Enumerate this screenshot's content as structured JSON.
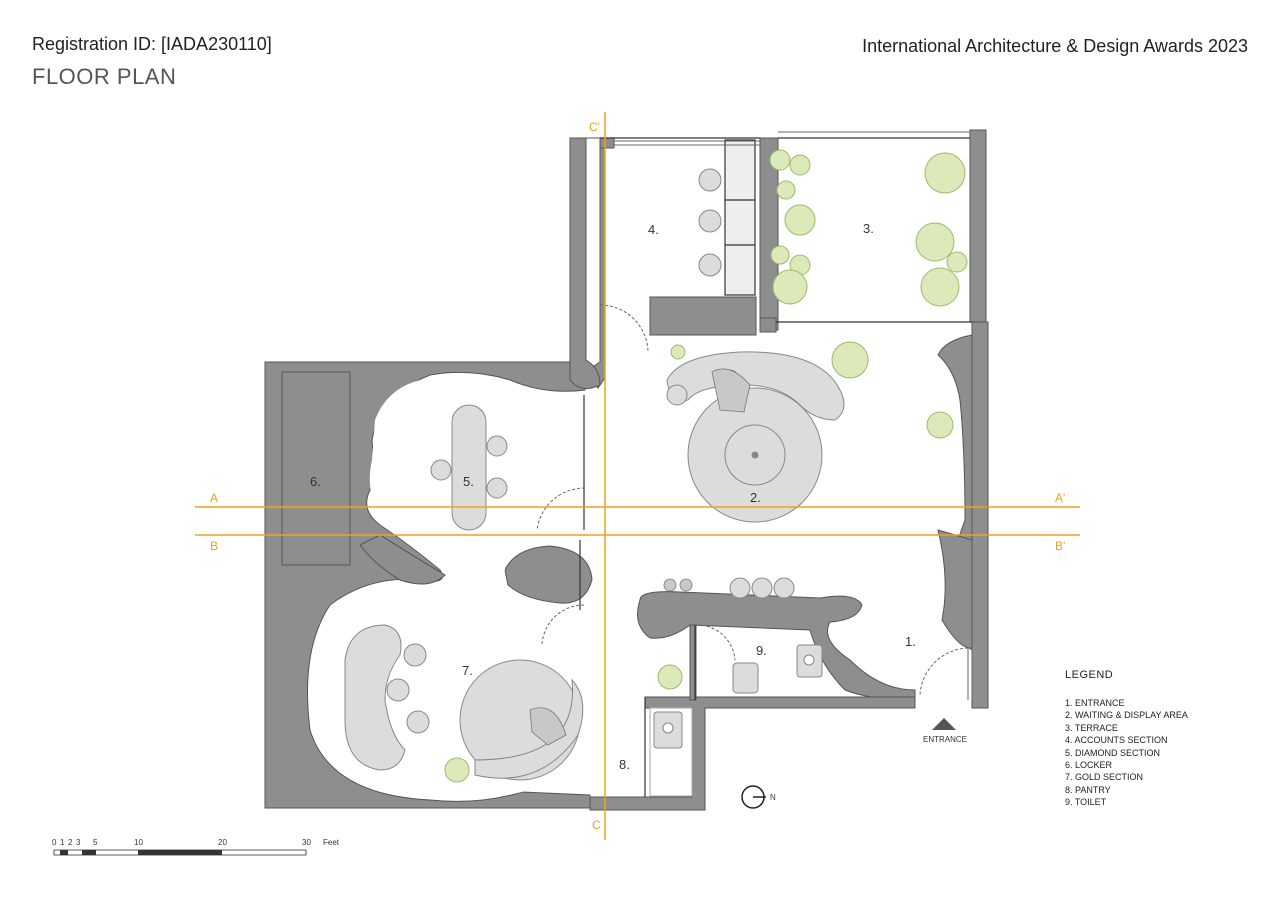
{
  "header": {
    "registration": "Registration ID:  [IADA230110]",
    "subtitle": "FLOOR PLAN",
    "award": "International Architecture & Design Awards 2023"
  },
  "rooms": {
    "r1": "1.",
    "r2": "2.",
    "r3": "3.",
    "r4": "4.",
    "r5": "5.",
    "r6": "6.",
    "r7": "7.",
    "r8": "8.",
    "r9": "9."
  },
  "section_marks": {
    "a_left": "A",
    "a_right": "A'",
    "b_left": "B",
    "b_right": "B'",
    "c_top": "C'",
    "c_bottom": "C"
  },
  "entrance_label": "ENTRANCE",
  "north_label": "N",
  "legend": {
    "title": "LEGEND",
    "items": [
      "1. ENTRANCE",
      "2. WAITING & DISPLAY AREA",
      "3. TERRACE",
      "4. ACCOUNTS SECTION",
      "5. DIAMOND SECTION",
      "6. LOCKER",
      "7. GOLD SECTION",
      "8. PANTRY",
      "9. TOILET"
    ]
  },
  "scale": {
    "ticks": [
      "0",
      "1",
      "2",
      "3",
      "5",
      "10",
      "20",
      "30"
    ],
    "unit": "Feet"
  },
  "colors": {
    "wall": "#8e8e8e",
    "furniture": "#dcdcdc",
    "section_line": "#f0a020",
    "plant": "#dde9b8"
  }
}
